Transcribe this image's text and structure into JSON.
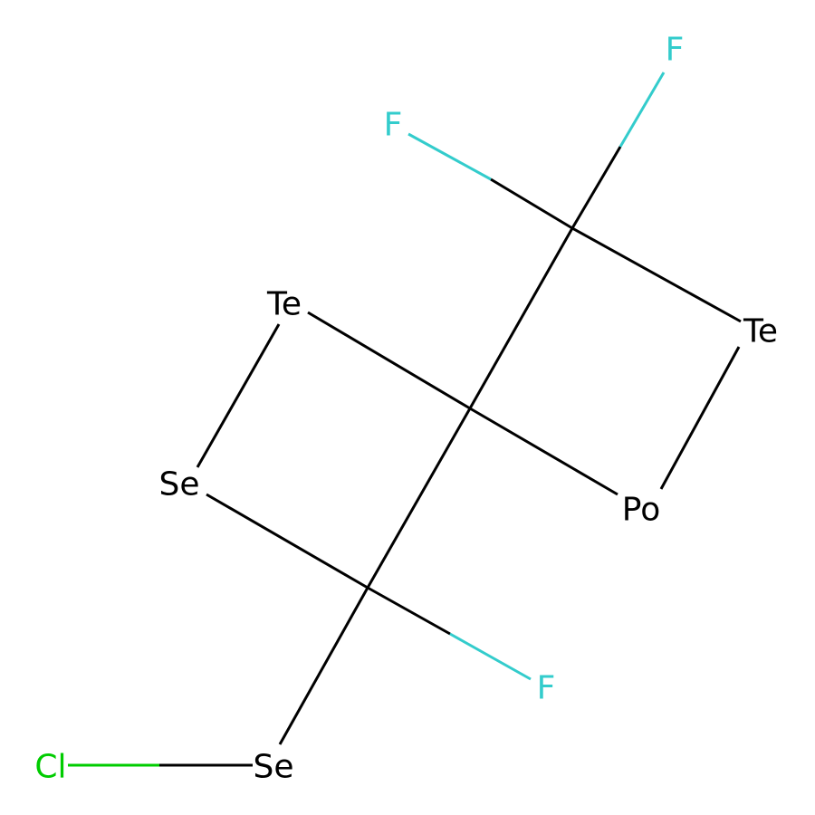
{
  "molecule": {
    "atoms": [
      {
        "id": "F1",
        "label": "F",
        "color": "#33CCCC"
      },
      {
        "id": "F2",
        "label": "F",
        "color": "#33CCCC"
      },
      {
        "id": "Te1",
        "label": "Te",
        "color": "#000000"
      },
      {
        "id": "Te2",
        "label": "Te",
        "color": "#000000"
      },
      {
        "id": "Se1",
        "label": "Se",
        "color": "#000000"
      },
      {
        "id": "Po1",
        "label": "Po",
        "color": "#000000"
      },
      {
        "id": "F3",
        "label": "F",
        "color": "#33CCCC"
      },
      {
        "id": "Cl1",
        "label": "Cl",
        "color": "#00CC00"
      },
      {
        "id": "Se2",
        "label": "Se",
        "color": "#000000"
      }
    ],
    "colors": {
      "carbon_bond": "#000000",
      "fluorine": "#33CCCC",
      "chlorine": "#00CC00"
    }
  }
}
